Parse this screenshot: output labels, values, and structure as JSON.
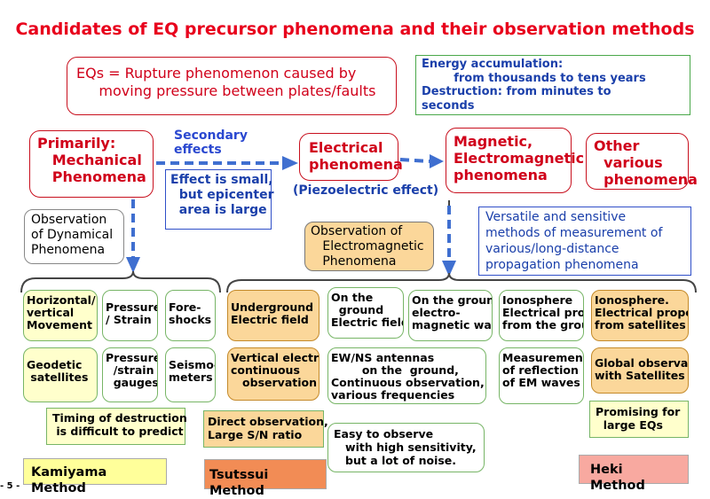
{
  "title": "Candidates of EQ precursor phenomena and their observation methods",
  "eq_definition": "EQs = Rupture phenomenon caused by\n     moving pressure between plates/faults",
  "energy_note": "Energy accumulation:\n        from thousands to tens years\nDestruction: from minutes to\nseconds",
  "mechanical": "Primarily:\n   Mechanical\n   Phenomena",
  "secondary_effects": "Secondary\neffects",
  "electrical": "Electrical\nphenomena",
  "magnetic": "Magnetic,\nElectromagnetic\nphenomena",
  "other": "Other\n  various\n  phenomena",
  "effect_note": "Effect is small,\n  but epicenter\n  area is large",
  "piezo": "(Piezoelectric effect)",
  "versatile": "Versatile and sensitive\nmethods of measurement of\nvarious/long-distance\npropagation phenomena",
  "obs_dynamical": "Observation\nof Dynamical\nPhenomena",
  "obs_em": "Observation of\n   Electromagnetic\n   Phenomena",
  "cells": {
    "horizontal": "Horizontal/\nvertical\nMovement",
    "pressure_strain": "Pressure\n/ Strain",
    "foreshocks": "Fore-\nshocks",
    "geodetic": "Geodetic\n satellites",
    "pressure_gauges": "Pressure\n  /strain\n  gauges",
    "seismometers": "Seismo-\nmeters",
    "underground": "Underground\nElectric field",
    "on_ground": "On the\n  ground\nElectric field",
    "on_ground_em": "On the ground\nelectro-\nmagnetic wave",
    "ionosphere1": "Ionosphere\nElectrical prop\nfrom the ground",
    "ionosphere2": "Ionosphere.\nElectrical properties\nfrom satellites",
    "vertical_electro": "Vertical electro\ncontinuous\n   observation",
    "ew_ns": "EW/NS antennas\n        on the  ground,\nContinuous observation,\nvarious frequencies",
    "measurement": "Measurement\nof reflection\nof EM waves",
    "global": "Global observation\nwith Satellites",
    "timing": "Timing of destruction\n is difficult to predict",
    "direct": "Direct observation,\nLarge S/N ratio",
    "easy": "Easy to observe\n   with high sensitivity,\n   but a lot of noise.",
    "promising": "Promising for\n  large EQs"
  },
  "methods": {
    "kamiyama": "Kamiyama Method",
    "tsutsui": "Tsutssui Method",
    "heki": "Heki Method"
  },
  "page_number": "- 5 -",
  "colors": {
    "title_red": "#e8001c",
    "arrow_blue": "#3f6fd0",
    "cell_yellow": "#ffffcc",
    "cell_orange": "#fbd79a",
    "method_orange": "#f28c55",
    "method_pink": "#f8a9a0"
  }
}
